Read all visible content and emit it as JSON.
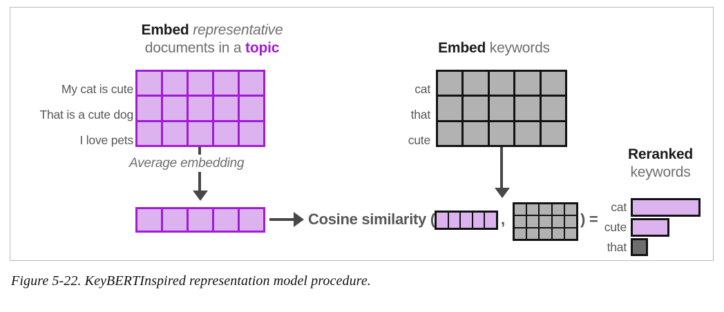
{
  "figure": {
    "caption": "Figure 5-22. KeyBERTInspired representation model procedure.",
    "colors": {
      "purple_fill": "#dcb2ef",
      "purple_border": "#a21ad6",
      "purple_accent": "#a21ad6",
      "gray_fill": "#b2b2b2",
      "gray_border": "#121212",
      "dark_gray_bar": "#6e6e6e",
      "text_gray": "#6e6e6e",
      "arrow_gray": "#474747",
      "frame_border": "#b9b9b9"
    }
  },
  "documents_block": {
    "title_line1_bold": "Embed",
    "title_line1_italic": "representative",
    "title_line2_regular": "documents in a",
    "title_line2_accent": "topic",
    "row_labels": [
      "My cat is cute",
      "That is a cute dog",
      "I love pets"
    ],
    "matrix": {
      "rows": 3,
      "cols": 5
    },
    "arrow_label": "Average embedding",
    "average_vector": {
      "rows": 1,
      "cols": 5
    }
  },
  "keywords_block": {
    "title_bold": "Embed",
    "title_regular": "keywords",
    "row_labels": [
      "cat",
      "that",
      "cute"
    ],
    "matrix": {
      "rows": 3,
      "cols": 5
    }
  },
  "similarity": {
    "label": "Cosine similarity (",
    "separator": ",",
    "close": ") =",
    "vector": {
      "rows": 1,
      "cols": 5
    },
    "matrix": {
      "rows": 3,
      "cols": 5
    }
  },
  "reranked_block": {
    "title_bold": "Reranked",
    "title_regular": "keywords",
    "bars": [
      {
        "label": "cat",
        "width": 101,
        "color": "purple"
      },
      {
        "label": "cute",
        "width": 56,
        "color": "purple"
      },
      {
        "label": "that",
        "width": 25,
        "color": "gray"
      }
    ]
  }
}
